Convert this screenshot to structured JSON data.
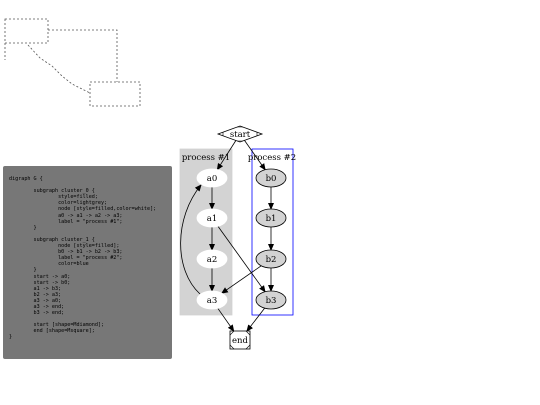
{
  "code": {
    "lines": [
      "digraph G {",
      "",
      "        subgraph cluster_0 {",
      "                style=filled;",
      "                color=lightgrey;",
      "                node [style=filled,color=white];",
      "                a0 -> a1 -> a2 -> a3;",
      "                label = \"process #1\";",
      "        }",
      "",
      "        subgraph cluster_1 {",
      "                node [style=filled];",
      "                b0 -> b1 -> b2 -> b3;",
      "                label = \"process #2\";",
      "                color=blue",
      "        }",
      "        start -> a0;",
      "        start -> b0;",
      "        a1 -> b3;",
      "        b2 -> a3;",
      "        a3 -> a0;",
      "        a3 -> end;",
      "        b3 -> end;",
      "",
      "        start [shape=Mdiamond];",
      "        end [shape=Msquare];",
      "}"
    ]
  },
  "graph": {
    "clusters": [
      {
        "id": "cluster_0",
        "label": "process #1",
        "fill": "#d3d3d3",
        "stroke": "#d3d3d3"
      },
      {
        "id": "cluster_1",
        "label": "process #2",
        "fill": "none",
        "stroke": "#0000ff"
      }
    ],
    "nodes": [
      {
        "id": "start",
        "label": "start",
        "shape": "Mdiamond"
      },
      {
        "id": "a0",
        "label": "a0",
        "fill": "#ffffff"
      },
      {
        "id": "a1",
        "label": "a1",
        "fill": "#ffffff"
      },
      {
        "id": "a2",
        "label": "a2",
        "fill": "#ffffff"
      },
      {
        "id": "a3",
        "label": "a3",
        "fill": "#ffffff"
      },
      {
        "id": "b0",
        "label": "b0",
        "fill": "#d3d3d3"
      },
      {
        "id": "b1",
        "label": "b1",
        "fill": "#d3d3d3"
      },
      {
        "id": "b2",
        "label": "b2",
        "fill": "#d3d3d3"
      },
      {
        "id": "b3",
        "label": "b3",
        "fill": "#d3d3d3"
      },
      {
        "id": "end",
        "label": "end",
        "shape": "Msquare"
      }
    ],
    "edges": [
      [
        "start",
        "a0"
      ],
      [
        "start",
        "b0"
      ],
      [
        "a0",
        "a1"
      ],
      [
        "a1",
        "a2"
      ],
      [
        "a2",
        "a3"
      ],
      [
        "b0",
        "b1"
      ],
      [
        "b1",
        "b2"
      ],
      [
        "b2",
        "b3"
      ],
      [
        "a1",
        "b3"
      ],
      [
        "b2",
        "a3"
      ],
      [
        "a3",
        "a0"
      ],
      [
        "a3",
        "end"
      ],
      [
        "b3",
        "end"
      ]
    ]
  }
}
